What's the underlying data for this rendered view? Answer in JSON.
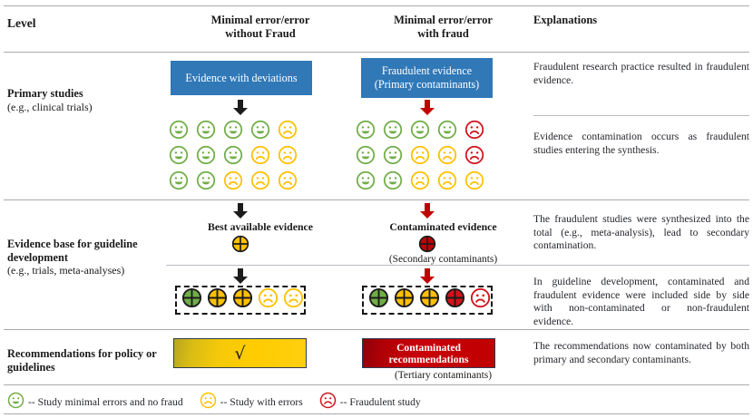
{
  "header": {
    "level": "Level",
    "col_a": "Minimal error/error without Fraud",
    "col_a_l1": "Minimal error/error",
    "col_a_l2": "without Fraud",
    "col_b_l1": "Minimal error/error",
    "col_b_l2": "with fraud",
    "explanations": "Explanations"
  },
  "rows": [
    {
      "label_title": "Primary studies",
      "label_sub": "(e.g., clinical trials)",
      "box_a": "Evidence with deviations",
      "box_b_l1": "Fraudulent evidence",
      "box_b_l2": "(Primary contaminants)",
      "expl_1": "Fraudulent research practice resulted in fraudulent evidence.",
      "expl_2": "Evidence contamination occurs as fraudulent studies entering the synthesis.",
      "grid_a": [
        [
          "green",
          "green",
          "green",
          "green",
          "yellow"
        ],
        [
          "green",
          "green",
          "green",
          "yellow",
          "yellow"
        ],
        [
          "green",
          "green",
          "yellow",
          "yellow",
          "yellow"
        ]
      ],
      "grid_b": [
        [
          "green",
          "green",
          "green",
          "green",
          "red"
        ],
        [
          "green",
          "green",
          "yellow",
          "yellow",
          "red"
        ],
        [
          "green",
          "green",
          "yellow",
          "yellow",
          "yellow"
        ]
      ]
    },
    {
      "label_title": "Evidence base for guideline development",
      "label_sub": "(e.g., trials, meta-analyses)",
      "cap_a": "Best available evidence",
      "cap_b": "Contaminated evidence",
      "cap_b_sub": "(Secondary contaminants)",
      "target_a_color": "gold",
      "target_b_color": "red",
      "expl_3": "The fraudulent studies were synthesized into the total (e.g., meta-analysis), lead to secondary contamination.",
      "expl_4": "In guideline development, contaminated and fraudulent evidence were included side by side with non-contaminated or non-fraudulent evidence.",
      "dash_a": [
        "target-green",
        "target-gold",
        "target-gold",
        "face-yellow",
        "face-yellow"
      ],
      "dash_b": [
        "target-green",
        "target-gold",
        "target-gold",
        "target-red",
        "face-red"
      ]
    },
    {
      "label_title": "Recommendations for policy or guidelines",
      "bar_a_symbol": "√",
      "bar_b_l1": "Contaminated",
      "bar_b_l2": "recommendations",
      "bar_b_sub": "(Tertiary contaminants)",
      "expl_5": "The recommendations now contaminated by both primary and secondary contaminants."
    }
  ],
  "legend": [
    {
      "icon": "green-smiley-icon",
      "text": "-- Study minimal errors and no fraud"
    },
    {
      "icon": "yellow-frown-icon",
      "text": "-- Study with errors"
    },
    {
      "icon": "red-frown-icon",
      "text": "-- Fraudulent study"
    }
  ],
  "colors": {
    "blue": "#3178b7",
    "green": "#70ad47",
    "yellow": "#ffc000",
    "red": "#d1121a",
    "dark_red": "#c00000",
    "gold": "#ffc000"
  }
}
